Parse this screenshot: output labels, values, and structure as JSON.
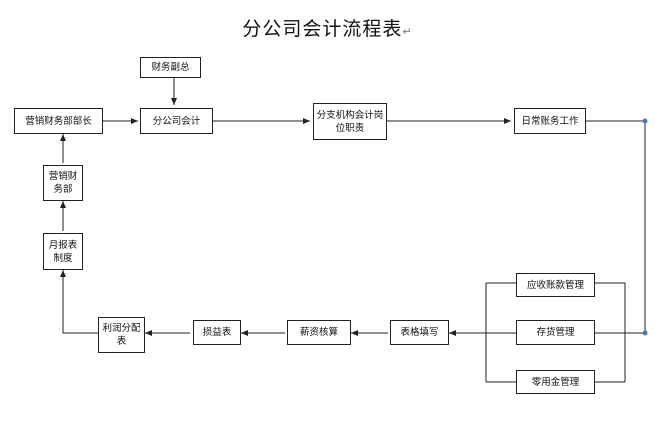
{
  "title": "分公司会计流程表",
  "paragraph_mark": "↵",
  "nodes": {
    "cfo": "财务副总",
    "branch_acct": "分公司会计",
    "sub_posts": "分支机构会计岗位职责",
    "daily": "日常账务工作",
    "sales_head": "营销财务部部长",
    "sales_dept": "营销财务部",
    "monthly": "月报表制度",
    "profit_dist": "利润分配表",
    "pnl": "损益表",
    "payroll": "薪资核算",
    "form_fill": "表格填写",
    "ar": "应收账款管理",
    "inventory": "存货管理",
    "petty_cash": "零用金管理"
  }
}
